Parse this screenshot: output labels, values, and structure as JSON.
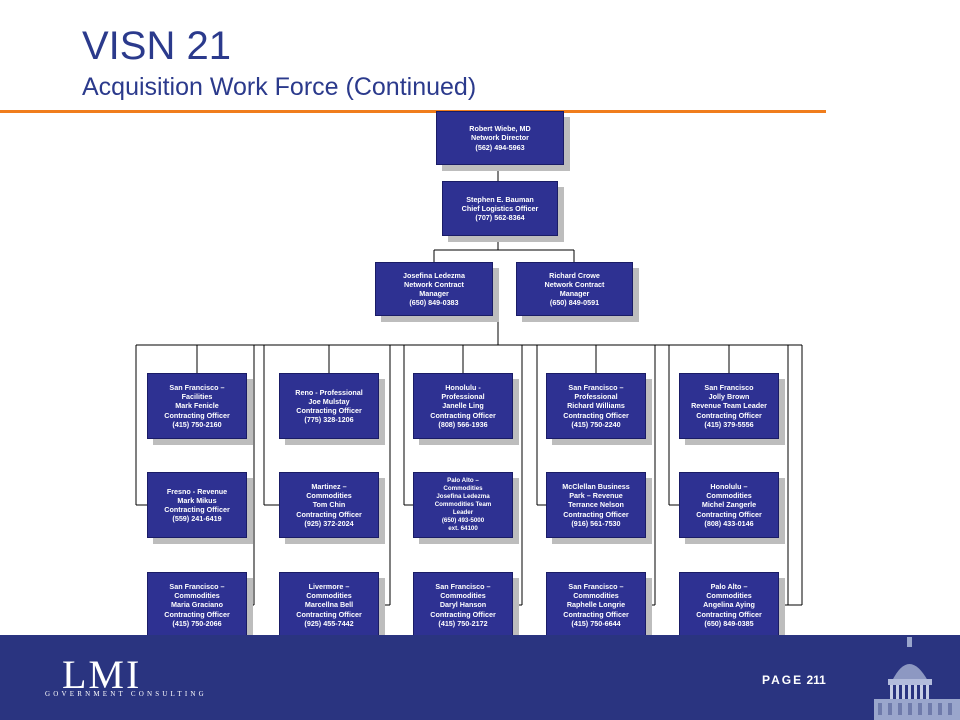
{
  "slide": {
    "title": "VISN 21",
    "subtitle": "Acquisition Work Force (Continued)"
  },
  "org": {
    "director": [
      "Robert Wiebe, MD",
      "Network Director",
      "(562) 494-5963"
    ],
    "logistics": [
      "Stephen E. Bauman",
      "Chief Logistics Officer",
      "(707) 562-8364"
    ],
    "managers": [
      [
        "Josefina Ledezma",
        "Network Contract",
        "Manager",
        "(650) 849-0383"
      ],
      [
        "Richard Crowe",
        "Network Contract",
        "Manager",
        "(650) 849-0591"
      ]
    ],
    "columns": [
      [
        [
          "San Francisco –",
          "Facilities",
          "Mark Fenicle",
          "Contracting Officer",
          "(415) 750-2160"
        ],
        [
          "Fresno - Revenue",
          "Mark Mikus",
          "Contracting Officer",
          "(559) 241-6419"
        ],
        [
          "San Francisco –",
          "Commodities",
          "Maria Graciano",
          "Contracting Officer",
          "(415) 750-2066"
        ]
      ],
      [
        [
          "Reno - Professional",
          "Joe Mulstay",
          "Contracting Officer",
          "(775) 328-1206"
        ],
        [
          "Martinez –",
          "Commodities",
          "Tom Chin",
          "Contracting Officer",
          "(925) 372-2024"
        ],
        [
          "Livermore –",
          "Commodities",
          "Marcellna Bell",
          "Contracting Officer",
          "(925) 455-7442"
        ]
      ],
      [
        [
          "Honolulu -",
          "Professional",
          "Janelle Ling",
          "Contracting Officer",
          "(808) 566-1936"
        ],
        [
          "Palo Alto –",
          "Commodities",
          "Josefina Ledezma",
          "Commodities Team",
          "Leader",
          "(650) 493-5000",
          "ext. 64100"
        ],
        [
          "San Francisco –",
          "Commodities",
          "Daryl Hanson",
          "Contracting Officer",
          "(415) 750-2172"
        ]
      ],
      [
        [
          "San Francisco –",
          "Professional",
          "Richard Williams",
          "Contracting Officer",
          "(415) 750-2240"
        ],
        [
          "McClellan Business",
          "Park – Revenue",
          "Terrance Nelson",
          "Contracting Officer",
          "(916) 561-7530"
        ],
        [
          "San Francisco –",
          "Commodities",
          "Raphelle Longrie",
          "Contracting Officer",
          "(415) 750-6644"
        ]
      ],
      [
        [
          "San Francisco",
          "Jolly Brown",
          "Revenue Team Leader",
          "Contracting Officer",
          "(415) 379-5556"
        ],
        [
          "Honolulu –",
          "Commodities",
          "Michel Zangerle",
          "Contracting Officer",
          "(808) 433-0146"
        ],
        [
          "Palo Alto –",
          "Commodities",
          "Angelina Aying",
          "Contracting Officer",
          "(650) 849-0385"
        ]
      ]
    ]
  },
  "footer": {
    "logo": "LMI",
    "logo_sub": "GOVERNMENT CONSULTING",
    "page_label": "PAGE",
    "page_number": "211"
  },
  "colors": {
    "title": "#2b3a8c",
    "rule": "#f07d1c",
    "box": "#2e3192",
    "footer": "#2a3480"
  }
}
